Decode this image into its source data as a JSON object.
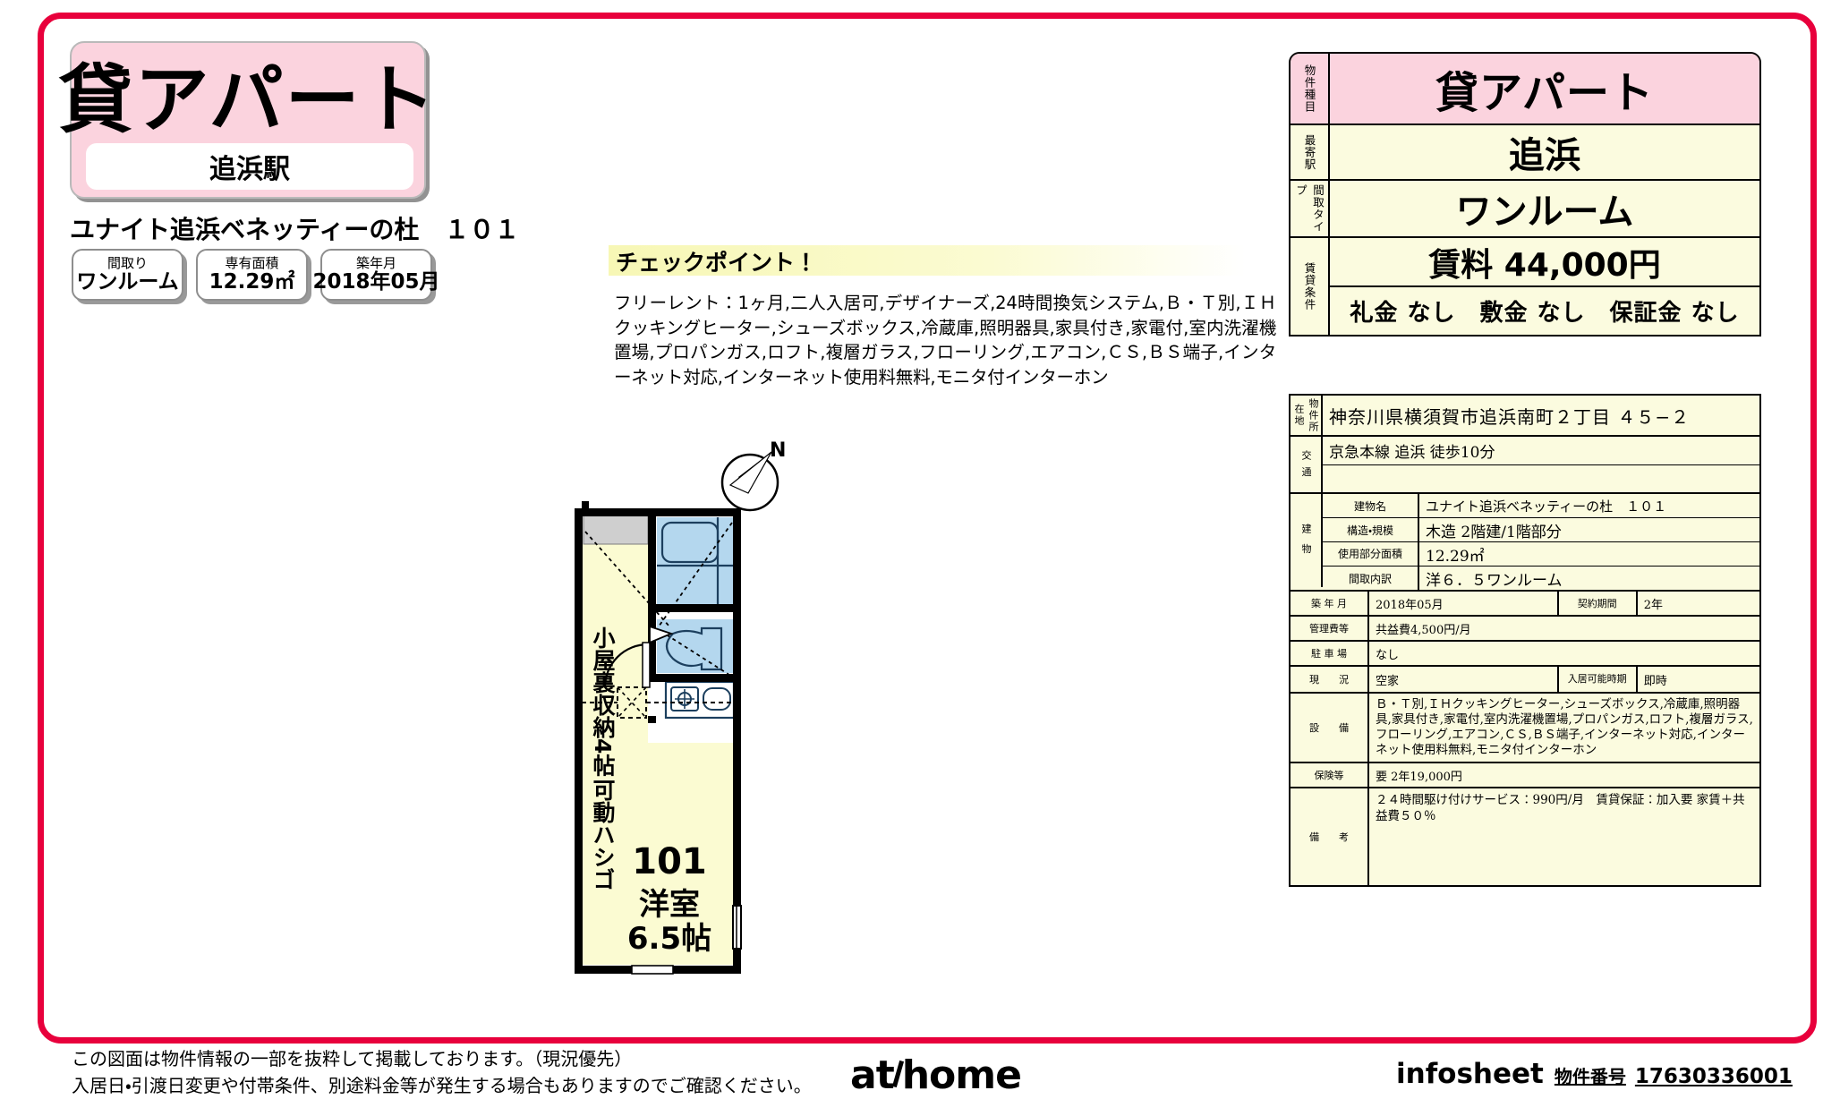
{
  "header": {
    "property_type": "貸アパート",
    "station_plate": "追浜駅",
    "building_name": "ユナイト追浜ベネッティーの杜　１０１"
  },
  "chips": [
    {
      "label": "間取り",
      "value": "ワンルーム"
    },
    {
      "label": "専有面積",
      "value": "12.29㎡"
    },
    {
      "label": "築年月",
      "value": "2018年05月"
    }
  ],
  "checkpoint": {
    "title": "チェックポイント！",
    "body": "フリーレント：1ヶ月,二人入居可,デザイナーズ,24時間換気システム,Ｂ・Ｔ別,ＩＨクッキングヒーター,シューズボックス,冷蔵庫,照明器具,家具付き,家電付,室内洗濯機置場,プロパンガス,ロフト,複層ガラス,フローリング,エアコン,ＣＳ,ＢＳ端子,インターネット対応,インターネット使用料無料,モニタ付インターホン"
  },
  "floorplan": {
    "compass_label": "N",
    "loft_label": "小屋裏収納4帖",
    "ladder_label": "可動ハシゴ",
    "room_number": "101",
    "room_type": "洋室",
    "room_size": "6.5帖"
  },
  "summary": {
    "rows": [
      {
        "key": "物件種目",
        "value": "貸アパート"
      },
      {
        "key": "最寄駅",
        "value": "追浜"
      },
      {
        "key": "間取タイプ",
        "value": "ワンルーム"
      },
      {
        "key": "賃貸条件",
        "value_rent": "賃料 44,000円",
        "value_cond": "礼金 なし　敷金 なし　保証金 なし"
      }
    ]
  },
  "detail": {
    "address_key": "物件所在地",
    "address_value": "神奈川県横須賀市追浜南町２丁目 ４５−２",
    "traffic_key": "交 通",
    "traffic_value_1": "京急本線 追浜 徒歩10分",
    "traffic_value_2": "",
    "building_key": "建 物",
    "building_rows": [
      {
        "label": "建物名",
        "value": "ユナイト追浜ベネッティーの杜　１０１"
      },
      {
        "label": "構造・規模",
        "value": "木造 2階建/1階部分"
      },
      {
        "label": "使用部分面積",
        "value": "12.29㎡"
      },
      {
        "label": "間取内訳",
        "value": "洋６．５ワンルーム"
      }
    ],
    "build_date_key": "築 年 月",
    "build_date_value": "2018年05月",
    "contract_key": "契約期間",
    "contract_value": "2年",
    "mgmt_key": "管理費等",
    "mgmt_value": "共益費4,500円/月",
    "parking_key": "駐 車 場",
    "parking_value": "なし",
    "status_key": "現　　況",
    "status_value": "空家",
    "movein_key": "入居可能時期",
    "movein_value": "即時",
    "equip_key": "設　　備",
    "equip_value": "Ｂ・Ｔ別,ＩＨクッキングヒーター,シューズボックス,冷蔵庫,照明器具,家具付き,家電付,室内洗濯機置場,プロパンガス,ロフト,複層ガラス,フローリング,エアコン,ＣＳ,ＢＳ端子,インターネット対応,インターネット使用料無料,モニタ付インターホン",
    "insurance_key": "保険等",
    "insurance_value": "要 2年19,000円",
    "remarks_key": "備　　考",
    "remarks_value": "２４時間駆け付けサービス：990円/月　賃貸保証：加入要 家賃＋共益費５０％"
  },
  "footer": {
    "note_line1": "この図面は物件情報の一部を抜粋して掲載しております。（現況優先）",
    "note_line2": "入居日・引渡日変更や付帯条件、別途料金等が発生する場合もありますのでご確認ください。",
    "brand_at": "at",
    "brand_home": "home",
    "infosheet_label": "infosheet",
    "property_no_label": "物件番号",
    "property_no": "17630336001"
  },
  "colors": {
    "frame_red": "#e8003c",
    "pink": "#fbd3de",
    "cream": "#fbfbdf",
    "plan_blue": "#b4d7ee",
    "plan_yellow": "#fbfbd2"
  }
}
